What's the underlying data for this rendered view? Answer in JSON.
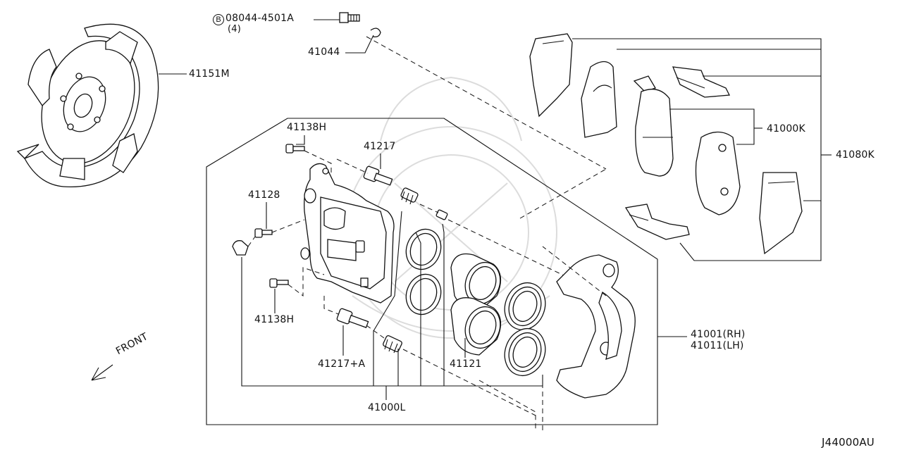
{
  "diagram_id": "J44000AU",
  "front_label": "FRONT",
  "bolt_part": {
    "symbol": "B",
    "number": "08044-4501A",
    "qty": "(4)"
  },
  "labels": {
    "p41044": "41044",
    "p41151M": "41151M",
    "p41138H_top": "41138H",
    "p41217": "41217",
    "p41128": "41128",
    "p41138H_bottom": "41138H",
    "p41217A": "41217+A",
    "p41000L": "41000L",
    "p41121": "41121",
    "p41001": "41001(RH)",
    "p41011": "41011(LH)",
    "p41000K": "41000K",
    "p41080K": "41080K"
  }
}
